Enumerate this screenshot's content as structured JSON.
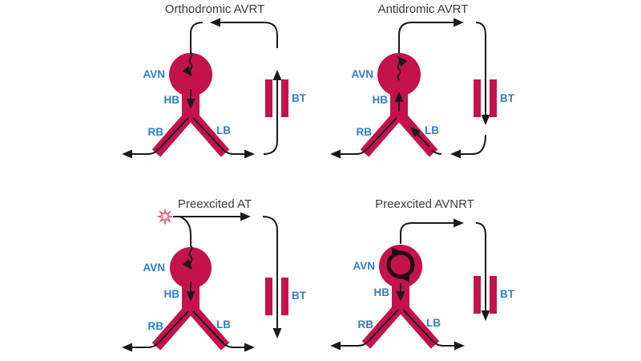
{
  "figure": {
    "background_color": "#ffffff",
    "structure_color": "#c5124b",
    "label_color": "#2f80c4",
    "line_color": "#1a1a1a",
    "reentry_loop_color": "#230a12",
    "star_color": "#e06078",
    "panels": [
      {
        "id": "orthodromic-avrt",
        "title": "Orthodromic AVRT",
        "labels": {
          "avn": "AVN",
          "hb": "HB",
          "rb": "RB",
          "lb": "LB",
          "bt": "BT"
        }
      },
      {
        "id": "antidromic-avrt",
        "title": "Antidromic AVRT",
        "labels": {
          "avn": "AVN",
          "hb": "HB",
          "rb": "RB",
          "lb": "LB",
          "bt": "BT"
        }
      },
      {
        "id": "preexcited-at",
        "title": "Preexcited AT",
        "focus_icon": "ectopic-focus-star-icon",
        "labels": {
          "avn": "AVN",
          "hb": "HB",
          "rb": "RB",
          "lb": "LB",
          "bt": "BT"
        }
      },
      {
        "id": "preexcited-avnrt",
        "title": "Preexcited AVNRT",
        "labels": {
          "avn": "AVN",
          "hb": "HB",
          "rb": "RB",
          "lb": "LB",
          "bt": "BT"
        }
      }
    ]
  }
}
